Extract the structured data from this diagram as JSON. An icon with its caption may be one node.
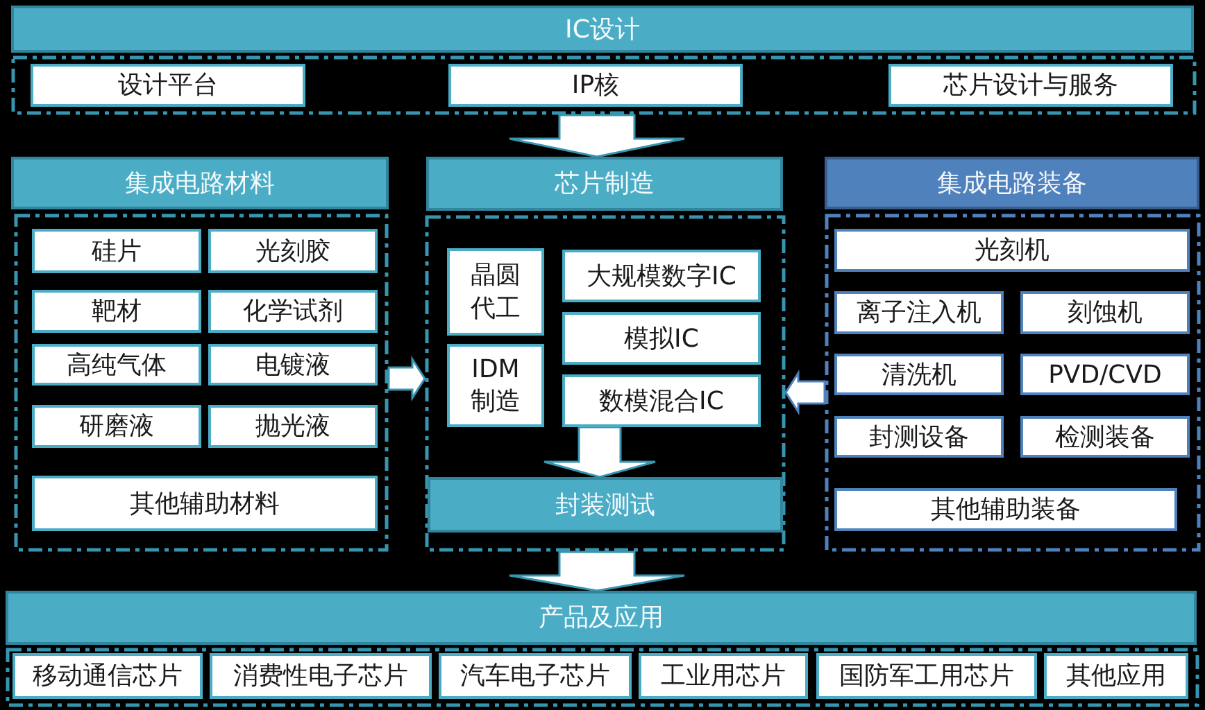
{
  "diagram": {
    "nodes": [
      {
        "text": [
          "IC设计"
        ]
      },
      {
        "text": [],
        "shape": "box"
      },
      {
        "text": [
          "设计平台"
        ],
        "in": 1
      },
      {
        "text": [
          "IP核"
        ],
        "in": 1
      },
      {
        "text": [
          "芯片设计与服务"
        ],
        "in": 1
      },
      {
        "text": [
          "集成电路材料"
        ]
      },
      {
        "text": [],
        "shape": "box"
      },
      {
        "text": [
          "硅片"
        ],
        "in": 6
      },
      {
        "text": [
          "光刻胶"
        ],
        "in": 6
      },
      {
        "text": [
          "靶材"
        ],
        "in": 6
      },
      {
        "text": [
          "化学试剂"
        ],
        "in": 6
      },
      {
        "text": [
          "高纯气体"
        ],
        "in": 6
      },
      {
        "text": [
          "电镀液"
        ],
        "in": 6
      },
      {
        "text": [
          "研磨液"
        ],
        "in": 6
      },
      {
        "text": [
          "抛光液"
        ],
        "in": 6
      },
      {
        "text": [
          "其他辅助材料"
        ],
        "in": 6
      },
      {
        "text": [
          "芯片制造"
        ]
      },
      {
        "text": [],
        "shape": "box"
      },
      {
        "text": [
          "晶圆代工"
        ],
        "in": 17
      },
      {
        "text": [
          "IDM制造"
        ],
        "in": 17
      },
      {
        "text": [
          "大规模数字IC"
        ],
        "in": 17
      },
      {
        "text": [
          "模拟IC"
        ],
        "in": 17
      },
      {
        "text": [
          "数模混合IC"
        ],
        "in": 17
      },
      {
        "text": [
          "封装测试"
        ],
        "in": 17
      },
      {
        "text": [
          "集成电路装备"
        ]
      },
      {
        "text": [],
        "shape": "box"
      },
      {
        "text": [
          "光刻机"
        ],
        "in": 25
      },
      {
        "text": [
          "离子注入机"
        ],
        "in": 25
      },
      {
        "text": [
          "刻蚀机"
        ],
        "in": 25
      },
      {
        "text": [
          "清洗机"
        ],
        "in": 25
      },
      {
        "text": [
          "PVD/CVD"
        ],
        "in": 25
      },
      {
        "text": [
          "封测设备"
        ],
        "in": 25
      },
      {
        "text": [
          "检测装备"
        ],
        "in": 25
      },
      {
        "text": [
          "其他辅助装备"
        ],
        "in": 25
      },
      {
        "text": [
          "产品及应用"
        ]
      },
      {
        "text": [],
        "shape": "box"
      },
      {
        "text": [
          "移动通信芯片"
        ],
        "in": 35
      },
      {
        "text": [
          "消费性电子芯片"
        ],
        "in": 35
      },
      {
        "text": [
          "汽车电子芯片"
        ],
        "in": 35
      },
      {
        "text": [
          "工业用芯片"
        ],
        "in": 35
      },
      {
        "text": [
          "国防军工用芯片"
        ],
        "in": 35
      },
      {
        "text": [
          "其他应用"
        ],
        "in": 35
      }
    ],
    "edges": [
      {
        "from": 1,
        "to": 16,
        "arrow": "to"
      },
      {
        "from": 6,
        "to": 17,
        "arrow": "to"
      },
      {
        "from": 25,
        "to": 17,
        "arrow": "to",
        "color": "#4f81bd"
      },
      {
        "from": 22,
        "to": 23,
        "arrow": "to"
      },
      {
        "from": 17,
        "to": 34,
        "arrow": "to"
      }
    ]
  }
}
